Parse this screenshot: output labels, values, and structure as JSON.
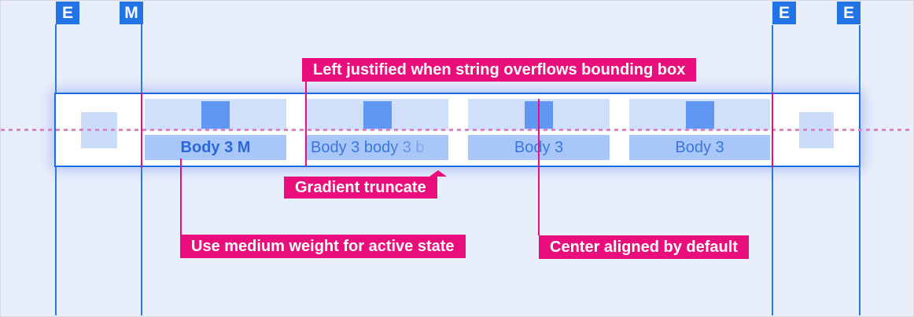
{
  "markers": [
    {
      "letter": "E"
    },
    {
      "letter": "M"
    },
    {
      "letter": "E"
    },
    {
      "letter": "E"
    }
  ],
  "tabbar": {
    "tabs": [
      {
        "label": "Body 3 M",
        "state": "active"
      },
      {
        "label": "Body 3 body 3 b",
        "state": "gradient-truncated"
      },
      {
        "label": "Body 3",
        "state": "default"
      },
      {
        "label": "Body 3",
        "state": "default"
      }
    ]
  },
  "annotations": {
    "left_justified": "Left justified when string overflows bounding box",
    "gradient_truncate": "Gradient truncate",
    "medium_weight": "Use medium weight for active state",
    "center_aligned": "Center aligned by default"
  },
  "colors": {
    "background": "#e9eefb",
    "marker_blue": "#2273e6",
    "guide_blue": "#2b78e8",
    "band_border": "#1a6ce2",
    "annotation_pink": "#ea0e7c",
    "baseline_pink": "#e77fc4",
    "tab_icon_area": "#d0e0fa",
    "tab_icon": "#6197f3",
    "tab_label_bg": "#a9c6f8",
    "tab_text": "#3a76e2",
    "tab_text_active": "#2c66d9",
    "spacer_square": "#cbdcf8"
  }
}
